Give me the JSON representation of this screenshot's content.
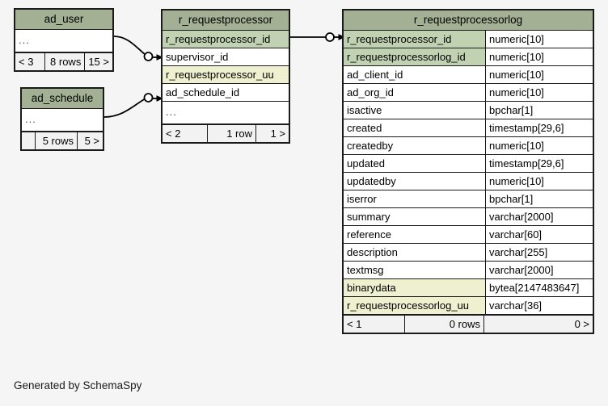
{
  "diagram": {
    "background": "#f5f5f5",
    "header_color": "#a3b094",
    "pk_color": "#c1d2b2",
    "uu_color": "#eff0cf",
    "footer_color": "#f2f2f2",
    "border_color": "#1a1a1a",
    "credit": "Generated by SchemaSpy"
  },
  "tables": {
    "ad_user": {
      "title": "ad_user",
      "rows": [
        {
          "name": "...",
          "type": "",
          "style": "plain"
        }
      ],
      "footer": {
        "left": "< 3",
        "middle": "8 rows",
        "right": "15 >"
      }
    },
    "ad_schedule": {
      "title": "ad_schedule",
      "rows": [
        {
          "name": "...",
          "type": "",
          "style": "plain"
        }
      ],
      "footer": {
        "left": "",
        "middle": "5 rows",
        "right": "5 >"
      }
    },
    "r_requestprocessor": {
      "title": "r_requestprocessor",
      "rows": [
        {
          "name": "r_requestprocessor_id",
          "type": "",
          "style": "pk"
        },
        {
          "name": "supervisor_id",
          "type": "",
          "style": "plain"
        },
        {
          "name": "r_requestprocessor_uu",
          "type": "",
          "style": "uu"
        },
        {
          "name": "ad_schedule_id",
          "type": "",
          "style": "plain"
        },
        {
          "name": "...",
          "type": "",
          "style": "plain"
        }
      ],
      "footer": {
        "left": "< 2",
        "middle": "1 row",
        "right": "1 >"
      }
    },
    "r_requestprocessorlog": {
      "title": "r_requestprocessorlog",
      "rows": [
        {
          "name": "r_requestprocessor_id",
          "type": "numeric[10]",
          "style": "pk"
        },
        {
          "name": "r_requestprocessorlog_id",
          "type": "numeric[10]",
          "style": "pk"
        },
        {
          "name": "ad_client_id",
          "type": "numeric[10]",
          "style": "plain"
        },
        {
          "name": "ad_org_id",
          "type": "numeric[10]",
          "style": "plain"
        },
        {
          "name": "isactive",
          "type": "bpchar[1]",
          "style": "plain"
        },
        {
          "name": "created",
          "type": "timestamp[29,6]",
          "style": "plain"
        },
        {
          "name": "createdby",
          "type": "numeric[10]",
          "style": "plain"
        },
        {
          "name": "updated",
          "type": "timestamp[29,6]",
          "style": "plain"
        },
        {
          "name": "updatedby",
          "type": "numeric[10]",
          "style": "plain"
        },
        {
          "name": "iserror",
          "type": "bpchar[1]",
          "style": "plain"
        },
        {
          "name": "summary",
          "type": "varchar[2000]",
          "style": "plain"
        },
        {
          "name": "reference",
          "type": "varchar[60]",
          "style": "plain"
        },
        {
          "name": "description",
          "type": "varchar[255]",
          "style": "plain"
        },
        {
          "name": "textmsg",
          "type": "varchar[2000]",
          "style": "plain"
        },
        {
          "name": "binarydata",
          "type": "bytea[2147483647]",
          "style": "uu"
        },
        {
          "name": "r_requestprocessorlog_uu",
          "type": "varchar[36]",
          "style": "uu"
        }
      ],
      "footer": {
        "left": "< 1",
        "middle": "0 rows",
        "right": "0 >"
      }
    }
  }
}
